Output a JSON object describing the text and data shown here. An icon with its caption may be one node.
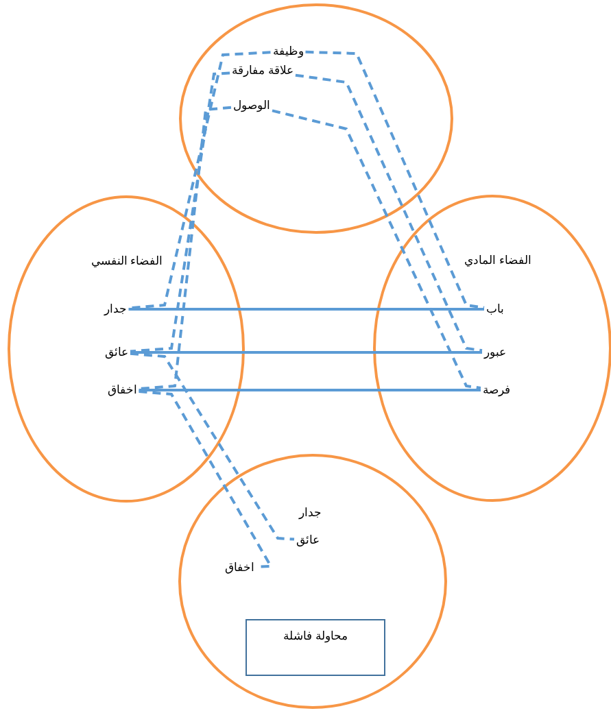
{
  "diagram": {
    "nodes": [
      {
        "text": [],
        "shape": "circle"
      },
      {
        "text": [
          "وظيفة"
        ],
        "in": 0
      },
      {
        "text": [
          "علاقة مفارقة"
        ],
        "in": 0
      },
      {
        "text": [
          "الوصول"
        ],
        "in": 0
      },
      {
        "text": [
          "الفضاء النفسي"
        ]
      },
      {
        "text": [
          "جدار"
        ],
        "in": 4
      },
      {
        "text": [
          "عائق"
        ],
        "in": 4
      },
      {
        "text": [
          "اخفاق"
        ],
        "in": 4
      },
      {
        "text": [
          "الفضاء المادي"
        ]
      },
      {
        "text": [
          "باب"
        ],
        "in": 8
      },
      {
        "text": [
          "عبور"
        ],
        "in": 8
      },
      {
        "text": [
          "فرصة"
        ],
        "in": 8
      },
      {
        "text": [],
        "shape": "circle"
      },
      {
        "text": [
          "جدار"
        ],
        "in": 12
      },
      {
        "text": [
          "عائق"
        ],
        "in": 12
      },
      {
        "text": [
          "اخفاق"
        ],
        "in": 12
      },
      {
        "text": [
          "محاولة فاشلة"
        ],
        "in": 12
      }
    ],
    "edges": [
      {
        "from": 1,
        "to": 5,
        "arrow": "none",
        "style": "dashed"
      },
      {
        "from": 2,
        "to": 6,
        "arrow": "none",
        "style": "dashed"
      },
      {
        "from": 3,
        "to": 7,
        "arrow": "none",
        "style": "dashed"
      },
      {
        "from": 1,
        "to": 9,
        "arrow": "none",
        "style": "dashed"
      },
      {
        "from": 2,
        "to": 10,
        "arrow": "none",
        "style": "dashed"
      },
      {
        "from": 3,
        "to": 11,
        "arrow": "none",
        "style": "dashed"
      },
      {
        "from": 5,
        "to": 9,
        "arrow": "none"
      },
      {
        "from": 6,
        "to": 10,
        "arrow": "none"
      },
      {
        "from": 7,
        "to": 11,
        "arrow": "none"
      },
      {
        "from": 6,
        "to": 14,
        "arrow": "none",
        "style": "dashed"
      },
      {
        "from": 7,
        "to": 15,
        "arrow": "none",
        "style": "dashed"
      }
    ]
  }
}
